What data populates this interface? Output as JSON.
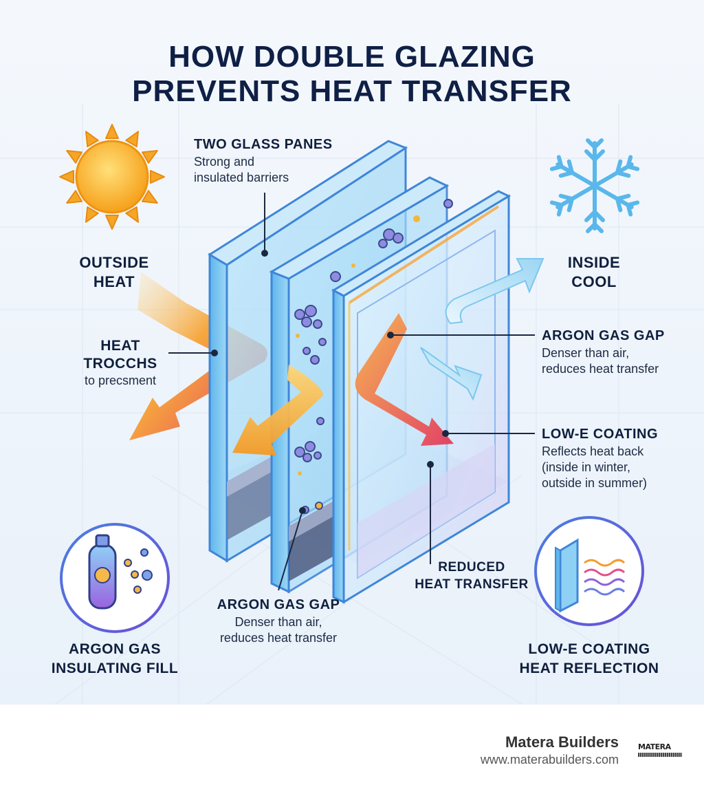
{
  "title": {
    "line1": "HOW DOUBLE GLAZING",
    "line2": "PREVENTS HEAT TRANSFER"
  },
  "outside_heat": {
    "line1": "OUTSIDE",
    "line2": "HEAT"
  },
  "inside_cool": {
    "line1": "INSIDE",
    "line2": "COOL"
  },
  "two_panes": {
    "title": "TWO GLASS PANES",
    "desc1": "Strong and",
    "desc2": "insulated barriers"
  },
  "heat_label": {
    "line1": "HEAT",
    "line2": "TROCCHS",
    "desc": "to precsment"
  },
  "argon_right": {
    "title": "ARGON GAS GAP",
    "desc1": "Denser than air,",
    "desc2": "reduces heat transfer"
  },
  "lowe_right": {
    "title": "LOW-E COATING",
    "desc1": "Reflects heat back",
    "desc2": "(inside in winter,",
    "desc3": "outside in summer)"
  },
  "reduced": {
    "line1": "REDUCED",
    "line2": "HEAT TRANSFER"
  },
  "argon_bottom": {
    "title": "ARGON GAS GAP",
    "desc1": "Denser than air,",
    "desc2": "reduces heat transfer"
  },
  "argon_fill": {
    "line1": "ARGON GAS",
    "line2": "INSULATING FILL"
  },
  "lowe_reflection": {
    "line1": "LOW-E COATING",
    "line2": "HEAT REFLECTION"
  },
  "footer": {
    "name": "Matera Builders",
    "url": "www.materabuilders.com",
    "logo": "MATERA"
  },
  "icons": [
    "sun-icon",
    "snowflake-icon",
    "gas-cylinder-icon",
    "glass-reflection-icon"
  ],
  "colors": {
    "title": "#0f1f45",
    "glass": "#8fd0f5",
    "frame": "#3a7fd6",
    "heat_warm": "#f6a623",
    "heat_hot": "#e4325a",
    "cool": "#7cc7ef",
    "sun": "#f7a21b"
  }
}
